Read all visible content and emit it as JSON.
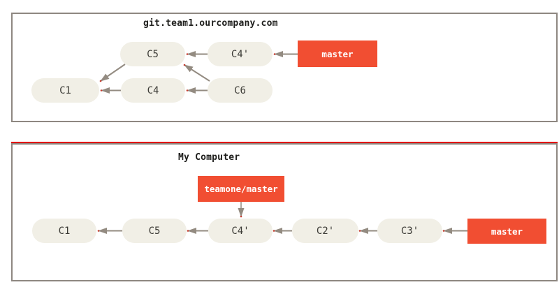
{
  "colors": {
    "accent": "#f14e32",
    "panel-border": "#8e8781",
    "arrow": "#938b81",
    "node-fill": "#f1efe6",
    "node-text": "#3c3b36",
    "title-text": "#1d1d1b",
    "red-line": "#e01313",
    "arrow-tip": "#c63d2f",
    "branch-text": "#ffffff",
    "bg": "#ffffff"
  },
  "remote": {
    "title": "git.team1.ourcompany.com",
    "nodes": [
      {
        "id": "c5",
        "label": "C5"
      },
      {
        "id": "c4p",
        "label": "C4'"
      },
      {
        "id": "c1",
        "label": "C1"
      },
      {
        "id": "c4",
        "label": "C4"
      },
      {
        "id": "c6",
        "label": "C6"
      }
    ],
    "branch": {
      "label": "master"
    }
  },
  "local": {
    "title": "My Computer",
    "tracking_branch": {
      "label": "teamone/master"
    },
    "branch": {
      "label": "master"
    },
    "nodes": [
      {
        "id": "c1",
        "label": "C1"
      },
      {
        "id": "c5",
        "label": "C5"
      },
      {
        "id": "c4p",
        "label": "C4'"
      },
      {
        "id": "c2p",
        "label": "C2'"
      },
      {
        "id": "c3p",
        "label": "C3'"
      }
    ]
  }
}
